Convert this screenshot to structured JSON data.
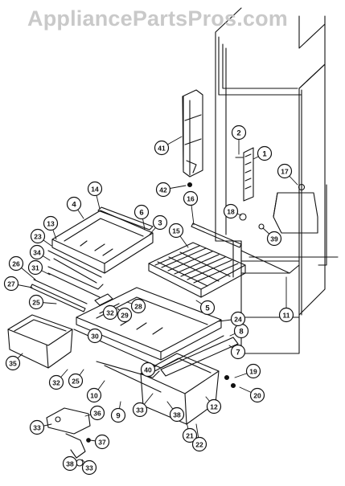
{
  "watermark": "AppliancePartsPros.com",
  "callouts": [
    "1",
    "2",
    "3",
    "4",
    "5",
    "6",
    "7",
    "8",
    "9",
    "10",
    "11",
    "12",
    "13",
    "14",
    "15",
    "16",
    "17",
    "18",
    "19",
    "20",
    "21",
    "22",
    "23",
    "24",
    "25",
    "26",
    "27",
    "28",
    "29",
    "30",
    "31",
    "32",
    "33",
    "34",
    "35",
    "36",
    "37",
    "38",
    "39",
    "40",
    "41",
    "42"
  ],
  "colors": {
    "ink": "#111111",
    "watermark": "#c9c9c9",
    "paper": "#ffffff"
  }
}
